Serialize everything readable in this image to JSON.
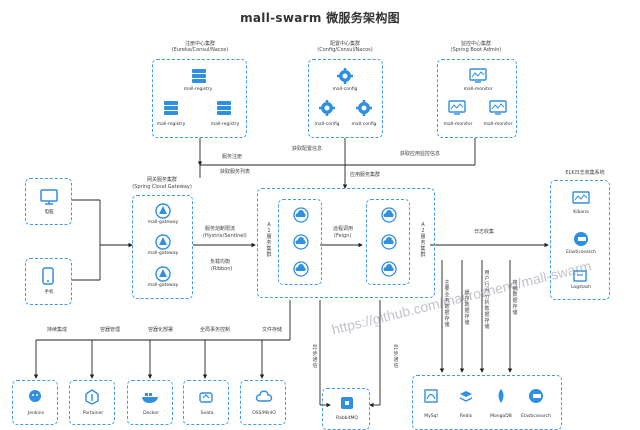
{
  "title": "mall-swarm 微服务架构图",
  "groups": {
    "registry": {
      "label": "注册中心集群",
      "sub": "(Eureka/Consul/Nacos)",
      "nodes": [
        "mall-registry",
        "mall-registry",
        "mall-registry"
      ]
    },
    "config": {
      "label": "配置中心集群",
      "sub": "(Config/Consul/Nacos)",
      "nodes": [
        "mall-config",
        "mall-config",
        "mall-config"
      ]
    },
    "monitor": {
      "label": "监控中心集群",
      "sub": "(Spring Boot Admin)",
      "nodes": [
        "mall-monitor",
        "mall-monitor",
        "mall-monitor"
      ]
    },
    "gateway": {
      "label": "网关服务集群",
      "sub": "(Spring Cloud Gateway)",
      "nodes": [
        "mall-gateway",
        "mall-gateway",
        "mall-gateway"
      ]
    },
    "app_cluster": {
      "label": "应用服务集群",
      "a1": "A1服务集群",
      "a2": "A2服务集群"
    },
    "elk": {
      "label": "ELK日志收集系统",
      "nodes": [
        "Kibana",
        "Elasticsearch",
        "Logstash"
      ]
    },
    "devops": [
      "Jenkins",
      "Portainer",
      "Docker",
      "Seata",
      "OSS/MinIO"
    ],
    "data": [
      "MySql",
      "Redis",
      "MongoDB",
      "Elasticsearch"
    ]
  },
  "clients": [
    "电脑",
    "手机"
  ],
  "edges": {
    "service_register": "服务注册",
    "get_config": "获取配置信息",
    "get_monitor": "获取应用监控信息",
    "get_service_list": "获取服务列表",
    "app_cluster": "应用服务集群",
    "load_balance": "服务熔断限流",
    "hystrix": "(Hystrix/Sentinel)",
    "ribbon_lb": "负载均衡",
    "ribbon": "(Ribbon)",
    "remote_call": "远程调用",
    "feign": "(Feign)",
    "log_collect": "日志收集",
    "sustained_integration": "持续集成",
    "container_mgmt": "容器管理",
    "containerize": "容器化部署",
    "distributed_tx": "全局事务控制",
    "file_storage": "文件存储",
    "async1": "异步通信",
    "async2": "异步通信",
    "main_db": "主要业务数据存储",
    "cache": "缓存数据存储",
    "user_behavior": "用户行为分析数据存储",
    "search": "搜索数据存储",
    "rabbitmq": "RabbitMQ"
  },
  "watermark": "https://github.com/macrozheng/mall-swarm",
  "colors": {
    "accent": "#3f9ae8",
    "line": "#222222",
    "icon": "#2f8fe0"
  }
}
